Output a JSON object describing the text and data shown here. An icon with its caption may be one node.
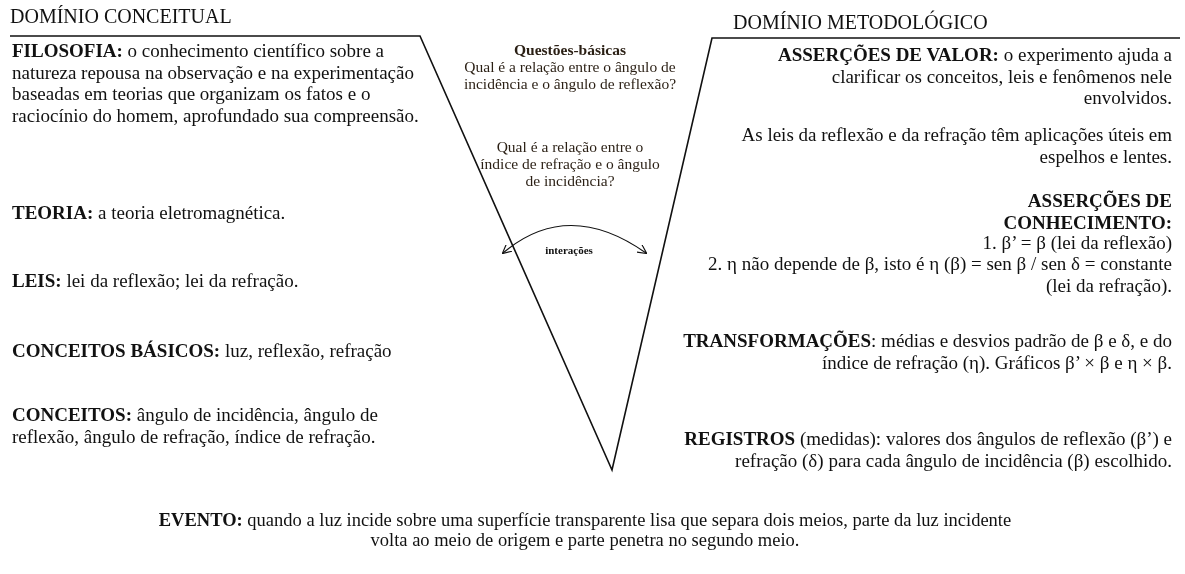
{
  "diagram": {
    "labels": [
      "DOMÍNIO CONCEITUAL",
      "DOMÍNIO METODOLÓGICO",
      "**FILOSOFIA:** o conhecimento científico sobre a natureza repousa na observação e na experimentação baseadas em teorias que organizam os fatos e o raciocínio do homem, aprofundado sua compreensão.",
      "**TEORIA:** a teoria eletromagnética.",
      "**LEIS:** lei da reflexão; lei da refração.",
      "**CONCEITOS BÁSICOS:** luz, reflexão, refração",
      "**CONCEITOS:** ângulo de incidência, ângulo de reflexão, ângulo de refração, índice de refração.",
      "Questões-básicas",
      "Qual é a relação entre o ângulo de incidência e o ângulo de reflexão?",
      "Qual é a relação entre o índice de refração e o ângulo de incidência?",
      "interações",
      "**ASSERÇÕES DE VALOR:** o experimento ajuda a clarificar os conceitos, leis e fenômenos nele envolvidos.",
      "As leis da reflexão e da refração têm aplicações úteis em espelhos e lentes.",
      "ASSERÇÕES DE CONHECIMENTO:",
      "1. β’ = β (lei da reflexão)",
      "2. η não depende de β, isto é η (β) = sen β / sen δ = constante (lei da refração).",
      "**TRANSFORMAÇÕES**: médias e desvios padrão de β e δ, e do índice de refração (η). Gráficos β’ × β e η × β.",
      "**REGISTROS** (medidas): valores dos ângulos de reflexão (β’) e refração (δ) para cada ângulo de incidência (β) escolhido.",
      "**EVENTO:** quando a luz incide sobre uma superfície transparente lisa que separa dois meios, parte da luz incidente volta ao meio de origem e parte penetra no segundo meio."
    ]
  }
}
